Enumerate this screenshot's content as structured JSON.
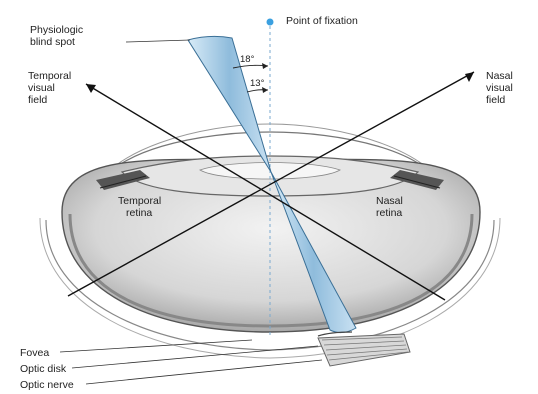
{
  "labels": {
    "physiologic_line1": "Physiologic",
    "physiologic_line2": "blind spot",
    "point_of_fixation": "Point of fixation",
    "angle_18": "18°",
    "angle_13": "13°",
    "temporal_visual_field_line1": "Temporal",
    "temporal_visual_field_line2": "visual",
    "temporal_visual_field_line3": "field",
    "nasal_visual_field_line1": "Nasal",
    "nasal_visual_field_line2": "visual",
    "nasal_visual_field_line3": "field",
    "temporal_retina_line1": "Temporal",
    "temporal_retina_line2": "retina",
    "nasal_retina_line1": "Nasal",
    "nasal_retina_line2": "retina",
    "fovea": "Fovea",
    "optic_disk": "Optic disk",
    "optic_nerve": "Optic nerve"
  },
  "colors": {
    "fixation_dot": "#3aa0e0",
    "blind_spot_cone": "#9fc6e0",
    "eye_shade": "#c9c9c9",
    "eye_outline": "#555555",
    "line": "#111111"
  }
}
